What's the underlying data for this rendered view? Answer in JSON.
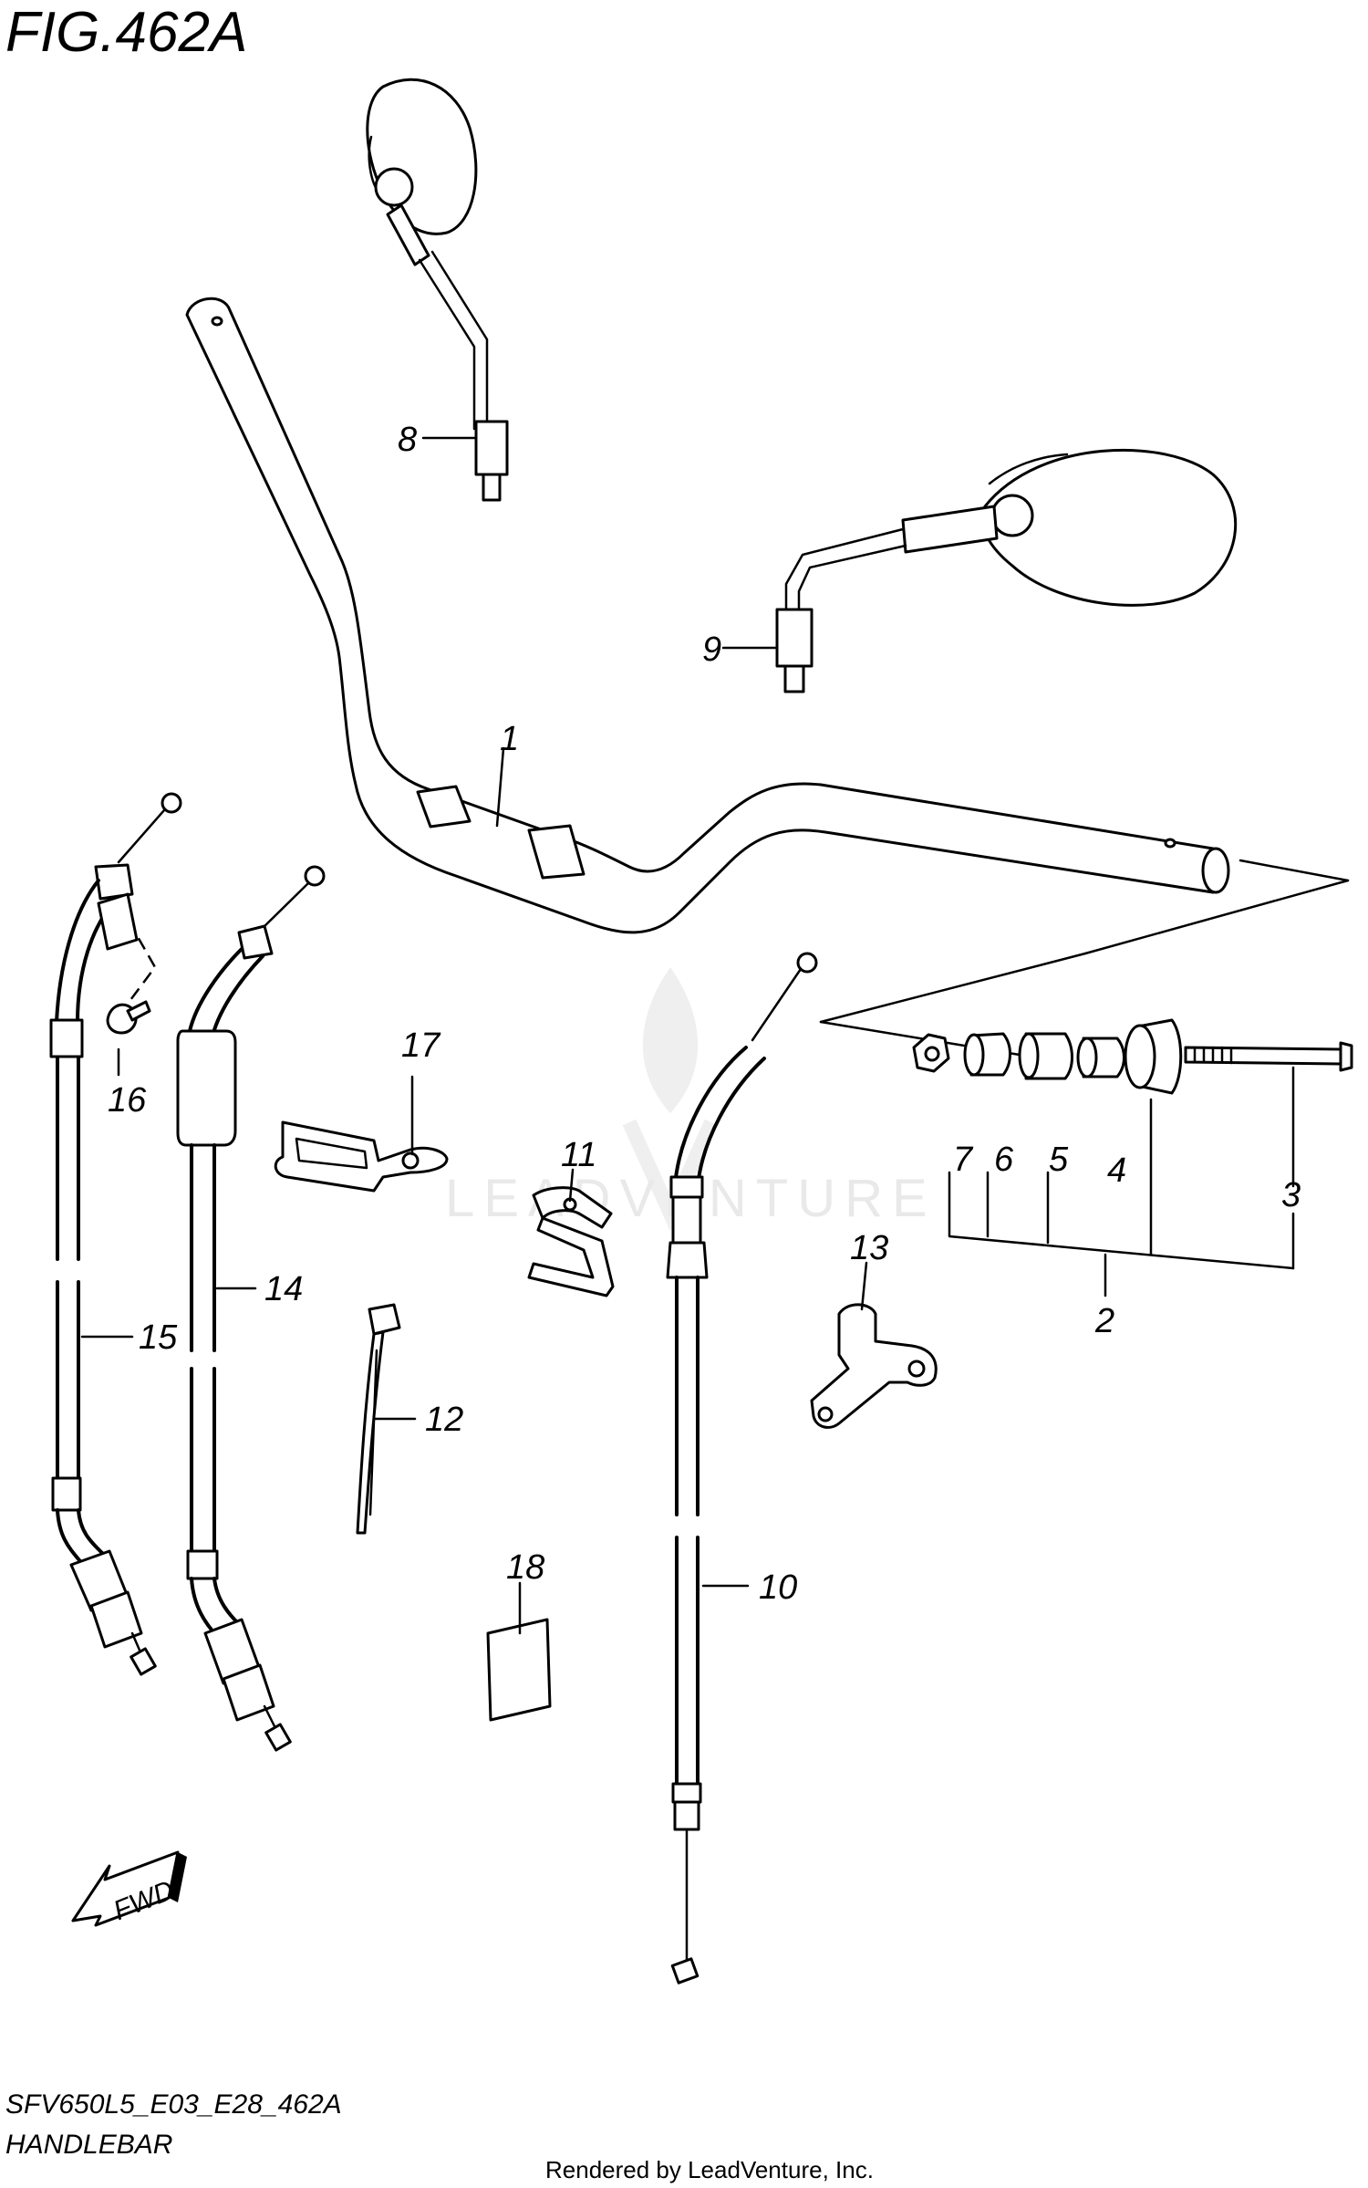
{
  "figure": {
    "title": "FIG.462A",
    "model_code": "SFV650L5_E03_E28_462A",
    "section_name": "HANDLEBAR",
    "credit": "Rendered by LeadVenture, Inc.",
    "watermark": "LEADVENTURE",
    "fwd_label": "FWD"
  },
  "callouts": {
    "c1": "1",
    "c2": "2",
    "c3": "3",
    "c4": "4",
    "c5": "5",
    "c6": "6",
    "c7": "7",
    "c8": "8",
    "c9": "9",
    "c10": "10",
    "c11": "11",
    "c12": "12",
    "c13": "13",
    "c14": "14",
    "c15": "15",
    "c16": "16",
    "c17": "17",
    "c18": "18"
  }
}
